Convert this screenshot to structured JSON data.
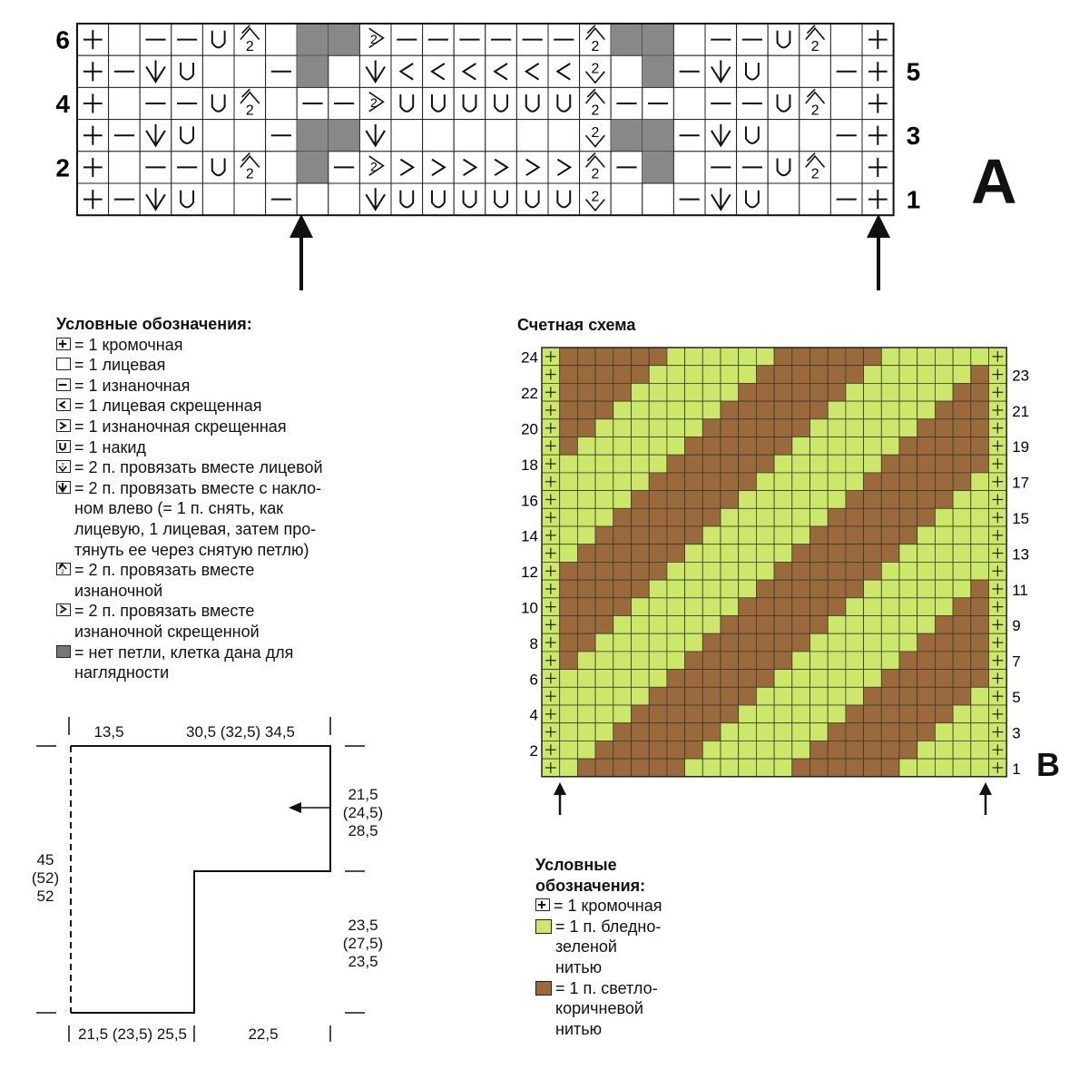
{
  "chartA": {
    "label": "A",
    "row_numbers_left": [
      "6",
      "",
      "4",
      "",
      "2",
      ""
    ],
    "row_numbers_right": [
      "",
      "5",
      "",
      "3",
      "",
      "1"
    ],
    "rows": [
      [
        "+",
        "",
        "-",
        "-",
        "U",
        "^2",
        "",
        "x",
        "x",
        ">2",
        "-",
        "-",
        "-",
        "-",
        "-",
        "-",
        "^2",
        "x",
        "x",
        "",
        "-",
        "-",
        "U",
        "^2",
        "",
        "+"
      ],
      [
        "+",
        "-",
        "v",
        "U",
        "",
        "",
        "-",
        "x",
        "",
        "v",
        "<",
        "<",
        "<",
        "<",
        "<",
        "<",
        "v2",
        "",
        "x",
        "-",
        "v",
        "U",
        "",
        "",
        "-",
        "+"
      ],
      [
        "+",
        "",
        "-",
        "-",
        "U",
        "^2",
        "",
        "-",
        "-",
        ">2",
        "U",
        "U",
        "U",
        "U",
        "U",
        "U",
        "^2",
        "-",
        "-",
        "",
        "-",
        "-",
        "U",
        "^2",
        "",
        "+"
      ],
      [
        "+",
        "-",
        "v",
        "U",
        "",
        "",
        "-",
        "x",
        "x",
        "v",
        "",
        "",
        "",
        "",
        "",
        "",
        "v2",
        "x",
        "x",
        "-",
        "v",
        "U",
        "",
        "",
        "-",
        "+"
      ],
      [
        "+",
        "",
        "-",
        "-",
        "U",
        "^2",
        "",
        "x",
        "-",
        ">2",
        ">",
        ">",
        ">",
        ">",
        ">",
        ">",
        "^2",
        "-",
        "x",
        "",
        "-",
        "-",
        "U",
        "^2",
        "",
        "+"
      ],
      [
        "+",
        "-",
        "v",
        "U",
        "",
        "",
        "-",
        "",
        "",
        "v",
        "U",
        "U",
        "U",
        "U",
        "U",
        "U",
        "v2",
        "",
        "",
        "-",
        "v",
        "U",
        "",
        "",
        "-",
        "+"
      ]
    ]
  },
  "legendA": {
    "title": "Условные обозначения:",
    "items": [
      {
        "symbol": "+",
        "text": "= 1 кромочная"
      },
      {
        "symbol": "",
        "text": "= 1 лицевая"
      },
      {
        "symbol": "-",
        "text": "= 1 изнаночная"
      },
      {
        "symbol": "<",
        "text": "= 1 лицевая скрещенная"
      },
      {
        "symbol": ">",
        "text": "= 1 изнаночная скрещенная"
      },
      {
        "symbol": "U",
        "text": "= 1 накид"
      },
      {
        "symbol": "v2",
        "text": "= 2 п. провязать вместе лицевой"
      },
      {
        "symbol": "v",
        "text": "= 2 п. провязать вместе с накло-\nном влево (= 1 п. снять, как\nлицевую, 1 лицевая, затем про-\nтянуть ее через снятую петлю)"
      },
      {
        "symbol": "^2",
        "text": "= 2 п. провязать вместе\nизнаночной"
      },
      {
        "symbol": ">2",
        "text": "= 2 п. провязать вместе\nизнаночной скрещенной"
      },
      {
        "symbol": "x",
        "text": "= нет петли, клетка дана для\nнаглядности"
      }
    ]
  },
  "chartB": {
    "title": "Счетная схема",
    "label": "B",
    "left_numbers": [
      "24",
      "22",
      "20",
      "18",
      "16",
      "14",
      "12",
      "10",
      "8",
      "6",
      "4",
      "2"
    ],
    "right_numbers": [
      "23",
      "21",
      "19",
      "17",
      "15",
      "13",
      "11",
      "9",
      "7",
      "5",
      "3",
      "1"
    ],
    "colors": {
      "light": "#cbe86a",
      "dark": "#9b6a3c",
      "line": "#3a3a2a"
    }
  },
  "legendB": {
    "title": "Условные\nобозначения:",
    "items": [
      {
        "symbol": "+",
        "text": "= 1 кромочная"
      },
      {
        "symbol": "light",
        "text": "= 1 п. бледно-\nзеленой\nнитью"
      },
      {
        "symbol": "dark",
        "text": "= 1 п. светло-\nкоричневой\nнитью"
      }
    ]
  },
  "pattern": {
    "top": [
      "13,5",
      "30,5 (32,5) 34,5"
    ],
    "right_upper": "21,5\n(24,5)\n28,5",
    "right_lower": "23,5\n(27,5)\n23,5",
    "left": "45\n(52)\n52",
    "bottom": [
      "21,5 (23,5) 25,5",
      "22,5"
    ]
  }
}
